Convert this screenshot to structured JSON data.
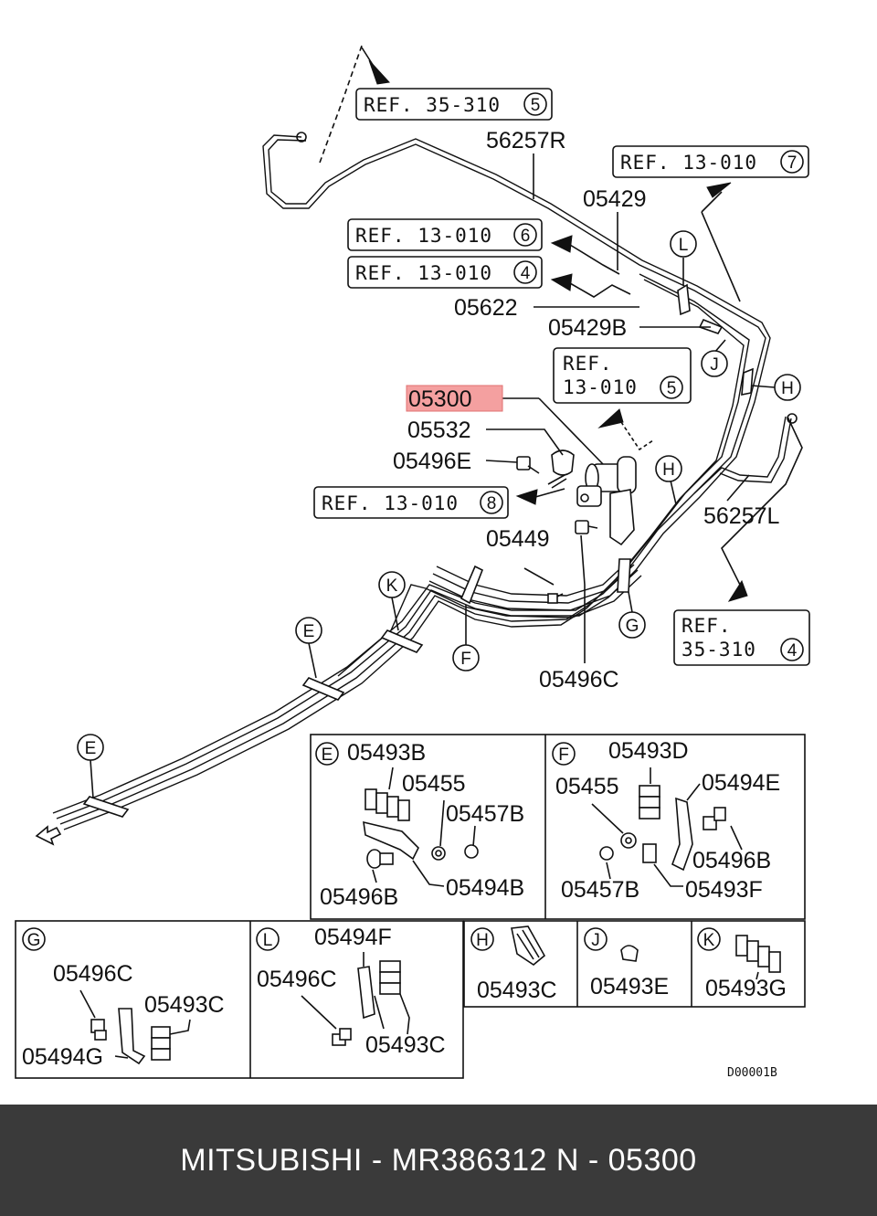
{
  "refs": {
    "r1": {
      "text": "REF. 35-310",
      "num": "5"
    },
    "r2": {
      "text": "REF. 13-010",
      "num": "7"
    },
    "r3": {
      "text": "REF. 13-010",
      "num": "6"
    },
    "r4": {
      "text": "REF. 13-010",
      "num": "4"
    },
    "r5": {
      "line1": "REF.",
      "line2": "13-010",
      "num": "5"
    },
    "r6": {
      "text": "REF. 13-010",
      "num": "8"
    },
    "r7": {
      "line1": "REF.",
      "line2": "35-310",
      "num": "4"
    }
  },
  "labels": {
    "p56257R": "56257R",
    "p05429": "05429",
    "p05622": "05622",
    "p05429B": "05429B",
    "p05300": "05300",
    "p05532": "05532",
    "p05496E": "05496E",
    "p05449": "05449",
    "p56257L": "56257L",
    "p05496C": "05496C"
  },
  "callouts": {
    "L": "L",
    "J": "J",
    "H": "H",
    "K": "K",
    "E": "E",
    "F": "F",
    "G": "G"
  },
  "detail": {
    "E": {
      "letter": "E",
      "a": "05493B",
      "b": "05455",
      "c": "05457B",
      "d": "05496B",
      "e": "05494B"
    },
    "F": {
      "letter": "F",
      "a": "05493D",
      "b": "05455",
      "c": "05494E",
      "d": "05496B",
      "e": "05457B",
      "f": "05493F"
    },
    "G": {
      "letter": "G",
      "a": "05496C",
      "b": "05493C",
      "c": "05494G"
    },
    "L": {
      "letter": "L",
      "a": "05494F",
      "b": "05496C",
      "c": "05493C"
    },
    "H": {
      "letter": "H",
      "a": "05493C"
    },
    "J": {
      "letter": "J",
      "a": "05493E"
    },
    "K": {
      "letter": "K",
      "a": "05493G"
    }
  },
  "drawing_code": "D00001B",
  "highlight_color": "#f4a0a0",
  "footer": {
    "text": "MITSUBISHI - MR386312    N - 05300"
  }
}
